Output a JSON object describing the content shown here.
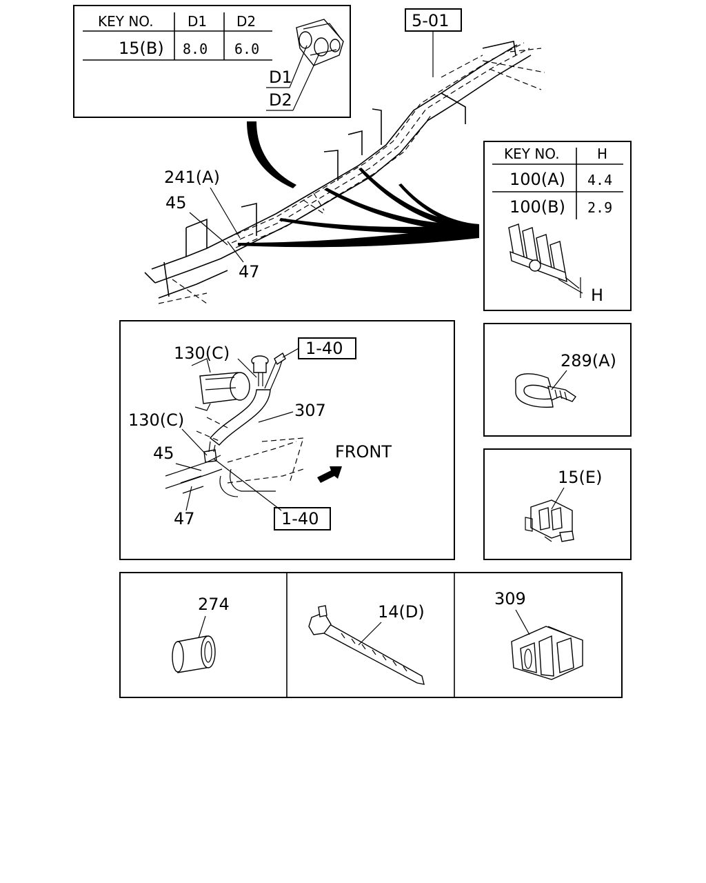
{
  "callouts": {
    "ref_5_01": "5-01",
    "ref_1_40_top": "1-40",
    "ref_1_40_bottom": "1-40",
    "p241a": "241(A)",
    "p45_main": "45",
    "p47_main": "47",
    "p130c_top": "130(C)",
    "p130c_mid": "130(C)",
    "p307": "307",
    "p45_detail": "45",
    "p47_detail": "47",
    "front": "FRONT",
    "p289a": "289(A)",
    "p15e": "15(E)",
    "p274": "274",
    "p14d": "14(D)",
    "p309": "309",
    "d1": "D1",
    "d2": "D2",
    "h": "H"
  },
  "table_15b": {
    "headers": [
      "KEY NO.",
      "D1",
      "D2"
    ],
    "row": [
      "15(B)",
      "8.0",
      "6.0"
    ]
  },
  "table_100": {
    "headers": [
      "KEY NO.",
      "H"
    ],
    "rows": [
      [
        "100(A)",
        "4.4"
      ],
      [
        "100(B)",
        "2.9"
      ]
    ]
  }
}
